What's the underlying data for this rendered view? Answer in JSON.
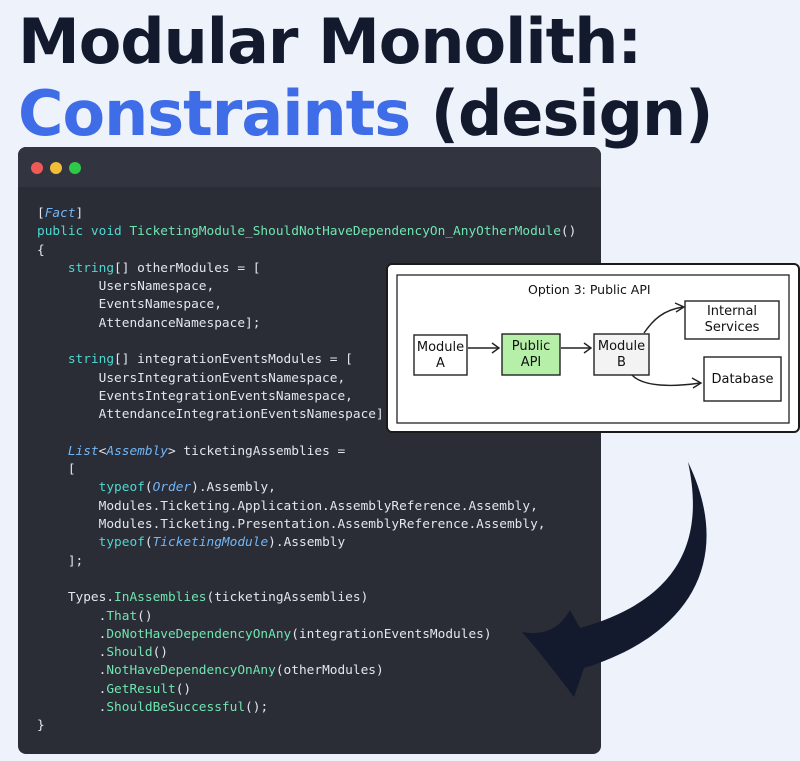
{
  "header": {
    "line1": "Modular Monolith:",
    "accent": "Constraints",
    "rest": "(design)"
  },
  "colors": {
    "title_dark": "#131a2e",
    "title_accent": "#3f6de8",
    "code_bg": "#2a2c36",
    "highlight_box": "#b6f0a8"
  },
  "code_window": {
    "controls": [
      "close-dot",
      "minimize-dot",
      "maximize-dot"
    ],
    "lines": [
      [
        [
          "p",
          "["
        ],
        [
          "t",
          "Fact"
        ],
        [
          "p",
          "]"
        ]
      ],
      [
        [
          "k",
          "public void "
        ],
        [
          "m",
          "TicketingModule_ShouldNotHaveDependencyOn_AnyOtherModule"
        ],
        [
          "p",
          "()"
        ]
      ],
      [
        [
          "p",
          "{"
        ]
      ],
      [
        [
          "k",
          "    string"
        ],
        [
          "p",
          "[] otherModules = ["
        ]
      ],
      [
        [
          "p",
          "        UsersNamespace,"
        ]
      ],
      [
        [
          "p",
          "        EventsNamespace,"
        ]
      ],
      [
        [
          "p",
          "        AttendanceNamespace];"
        ]
      ],
      [
        [
          "p",
          ""
        ]
      ],
      [
        [
          "k",
          "    string"
        ],
        [
          "p",
          "[] integrationEventsModules = ["
        ]
      ],
      [
        [
          "p",
          "        UsersIntegrationEventsNamespace,"
        ]
      ],
      [
        [
          "p",
          "        EventsIntegrationEventsNamespace,"
        ]
      ],
      [
        [
          "p",
          "        AttendanceIntegrationEventsNamespace];"
        ]
      ],
      [
        [
          "p",
          ""
        ]
      ],
      [
        [
          "t",
          "    List"
        ],
        [
          "p",
          "<"
        ],
        [
          "t",
          "Assembly"
        ],
        [
          "p",
          "> ticketingAssemblies ="
        ]
      ],
      [
        [
          "p",
          "    ["
        ]
      ],
      [
        [
          "k",
          "        typeof"
        ],
        [
          "p",
          "("
        ],
        [
          "t",
          "Order"
        ],
        [
          "p",
          ").Assembly,"
        ]
      ],
      [
        [
          "p",
          "        Modules.Ticketing.Application.AssemblyReference.Assembly,"
        ]
      ],
      [
        [
          "p",
          "        Modules.Ticketing.Presentation.AssemblyReference.Assembly,"
        ]
      ],
      [
        [
          "k",
          "        typeof"
        ],
        [
          "p",
          "("
        ],
        [
          "t",
          "TicketingModule"
        ],
        [
          "p",
          ").Assembly"
        ]
      ],
      [
        [
          "p",
          "    ];"
        ]
      ],
      [
        [
          "p",
          ""
        ]
      ],
      [
        [
          "p",
          "    Types."
        ],
        [
          "m",
          "InAssemblies"
        ],
        [
          "p",
          "(ticketingAssemblies)"
        ]
      ],
      [
        [
          "p",
          "        ."
        ],
        [
          "m",
          "That"
        ],
        [
          "p",
          "()"
        ]
      ],
      [
        [
          "p",
          "        ."
        ],
        [
          "m",
          "DoNotHaveDependencyOnAny"
        ],
        [
          "p",
          "(integrationEventsModules)"
        ]
      ],
      [
        [
          "p",
          "        ."
        ],
        [
          "m",
          "Should"
        ],
        [
          "p",
          "()"
        ]
      ],
      [
        [
          "p",
          "        ."
        ],
        [
          "m",
          "NotHaveDependencyOnAny"
        ],
        [
          "p",
          "(otherModules)"
        ]
      ],
      [
        [
          "p",
          "        ."
        ],
        [
          "m",
          "GetResult"
        ],
        [
          "p",
          "()"
        ]
      ],
      [
        [
          "p",
          "        ."
        ],
        [
          "m",
          "ShouldBeSuccessful"
        ],
        [
          "p",
          "();"
        ]
      ],
      [
        [
          "p",
          "}"
        ]
      ]
    ]
  },
  "diagram": {
    "title": "Option 3: Public API",
    "module_a": [
      "Module",
      "A"
    ],
    "public_api": [
      "Public",
      "API"
    ],
    "module_b": [
      "Module",
      "B"
    ],
    "internal_services": [
      "Internal",
      "Services"
    ],
    "database": "Database"
  }
}
